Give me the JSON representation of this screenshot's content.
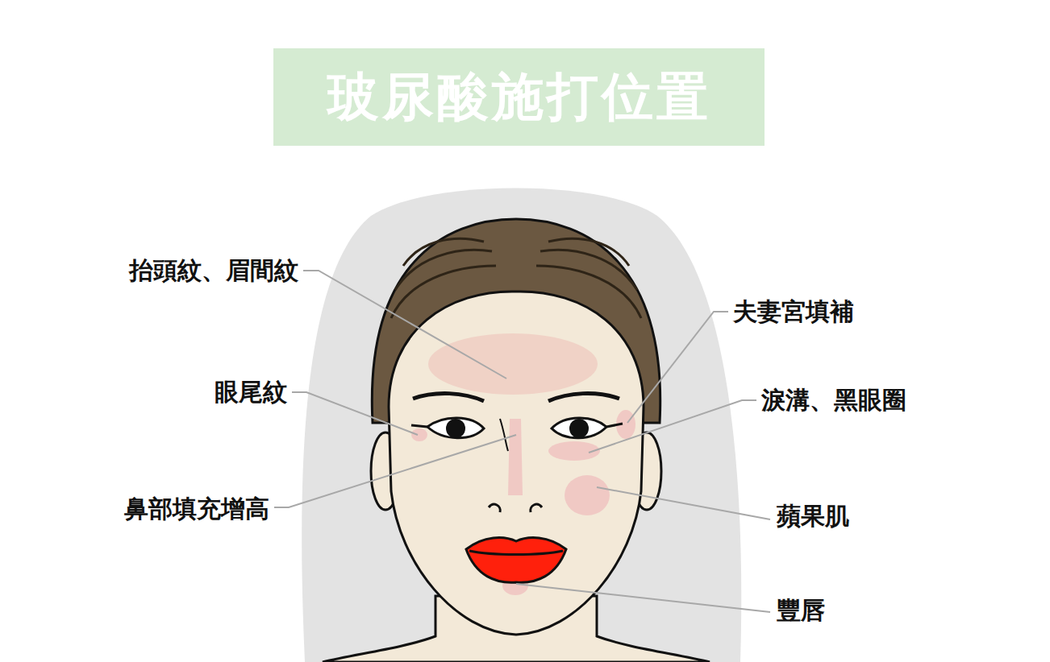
{
  "diagram": {
    "title": "玻尿酸施打位置",
    "labels": [
      "抬頭紋、眉間紋",
      "眼尾紋",
      "鼻部填充增高",
      "夫妻宮填補",
      "淚溝、黑眼圈",
      "蘋果肌",
      "豐唇"
    ]
  }
}
